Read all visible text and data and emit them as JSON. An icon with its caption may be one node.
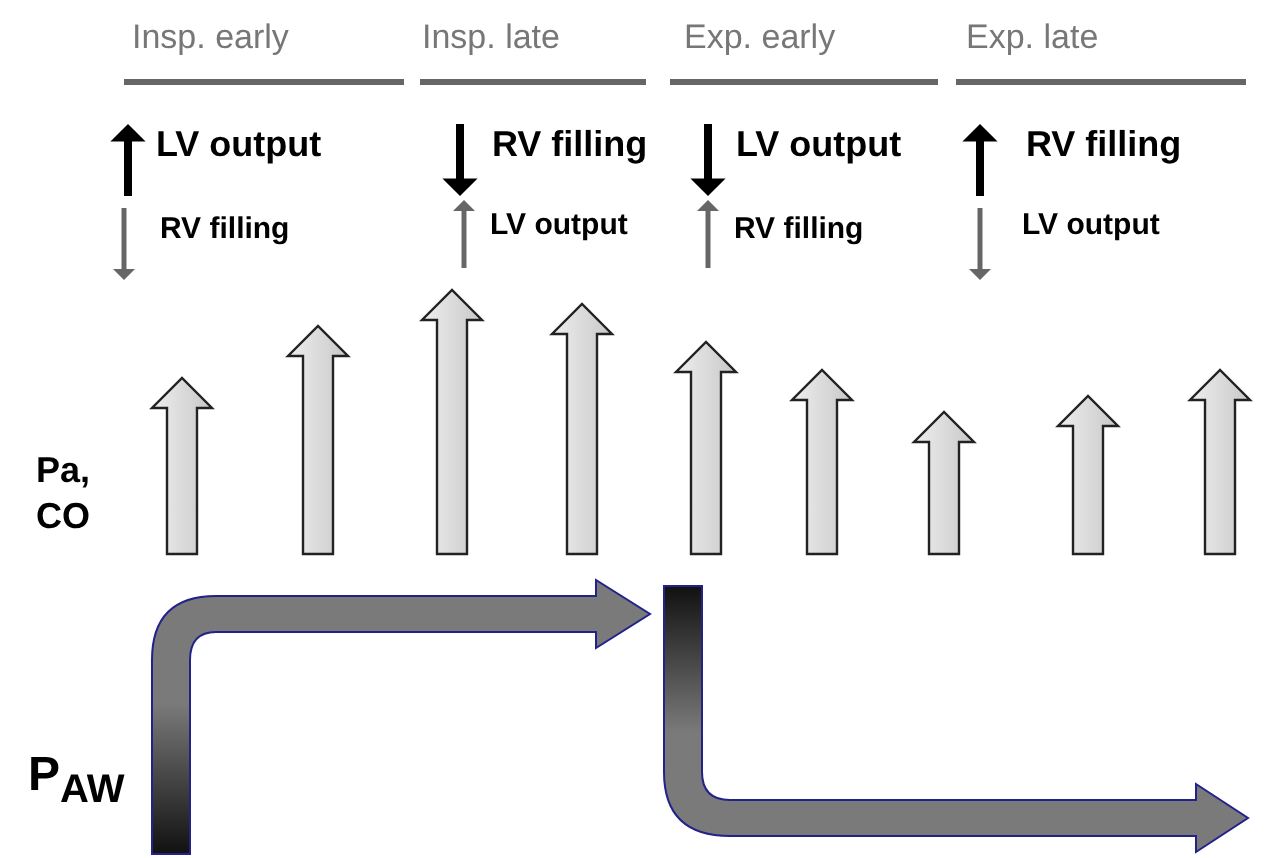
{
  "diagram": {
    "labels": [
      "Insp. early",
      "Insp. late",
      "Exp. early",
      "Exp. late",
      "LV output",
      "RV filling",
      "LV output",
      "RV filling",
      "RV filling",
      "LV output",
      "RV filling",
      "LV output",
      "Pa, CO",
      "P$_{AW}$"
    ]
  }
}
